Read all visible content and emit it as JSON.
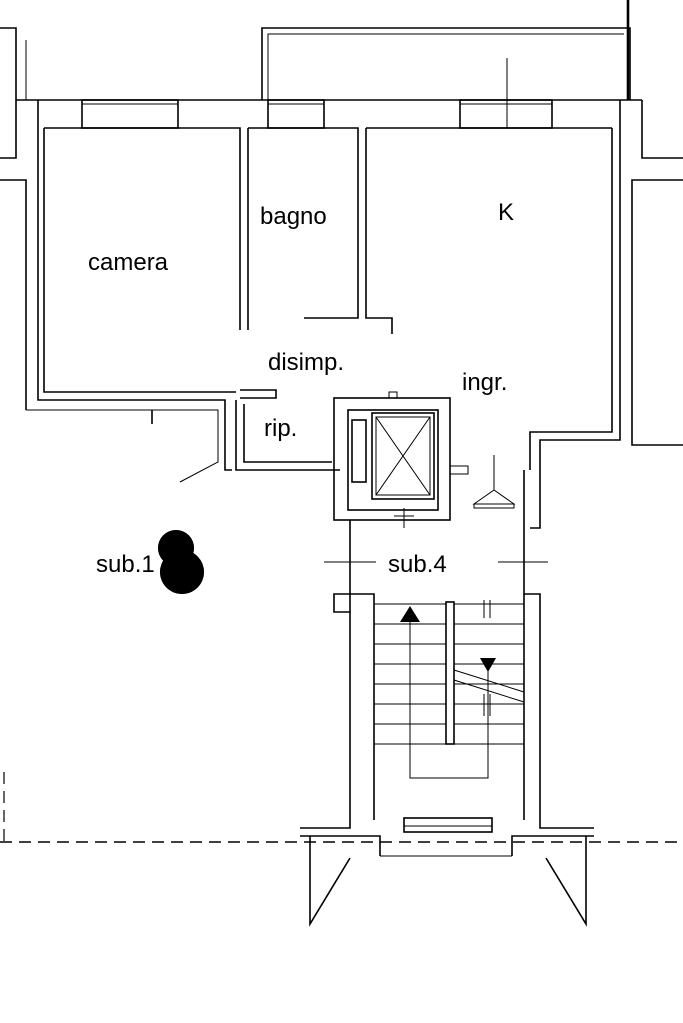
{
  "rooms": {
    "camera": "camera",
    "bagno": "bagno",
    "kitchen": "K",
    "disimpegno": "disimp.",
    "ingresso": "ingr.",
    "ripostiglio": "rip."
  },
  "units": {
    "sub_left": "sub.1",
    "sub_stair": "sub.4"
  }
}
